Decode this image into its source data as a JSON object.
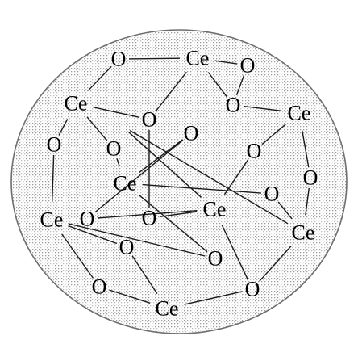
{
  "diagram": {
    "atoms": [
      {
        "id": "o1",
        "label": "O"
      },
      {
        "id": "ce1",
        "label": "Ce"
      },
      {
        "id": "o2",
        "label": "O"
      },
      {
        "id": "ce2",
        "label": "Ce"
      },
      {
        "id": "o3",
        "label": "O"
      },
      {
        "id": "o4",
        "label": "O"
      },
      {
        "id": "ce3",
        "label": "Ce"
      },
      {
        "id": "o5",
        "label": "O"
      },
      {
        "id": "o6",
        "label": "O"
      },
      {
        "id": "o7",
        "label": "O"
      },
      {
        "id": "o8",
        "label": "O"
      },
      {
        "id": "ce4",
        "label": "Ce"
      },
      {
        "id": "o9",
        "label": "O"
      },
      {
        "id": "o10",
        "label": "O"
      },
      {
        "id": "ce5",
        "label": "Ce"
      },
      {
        "id": "o11",
        "label": "O"
      },
      {
        "id": "o12",
        "label": "O"
      },
      {
        "id": "ce6",
        "label": "Ce"
      },
      {
        "id": "o13",
        "label": "O"
      },
      {
        "id": "ce7",
        "label": "Ce"
      },
      {
        "id": "o14",
        "label": "O"
      },
      {
        "id": "o15",
        "label": "O"
      },
      {
        "id": "o16",
        "label": "O"
      },
      {
        "id": "o17",
        "label": "O"
      },
      {
        "id": "ce8",
        "label": "Ce"
      }
    ],
    "bonds": [
      [
        "o1",
        "ce1"
      ],
      [
        "ce1",
        "o2"
      ],
      [
        "o1",
        "ce2"
      ],
      [
        "ce2",
        "o4"
      ],
      [
        "o4",
        "ce1"
      ],
      [
        "ce2",
        "o3"
      ],
      [
        "ce2",
        "o5"
      ],
      [
        "o2",
        "o6"
      ],
      [
        "o6",
        "ce3"
      ],
      [
        "o3",
        "ce4"
      ],
      [
        "o5",
        "ce5"
      ],
      [
        "o4",
        "o10"
      ],
      [
        "ce1",
        "o6"
      ],
      [
        "o7",
        "ce5"
      ],
      [
        "o7",
        "o11"
      ],
      [
        "ce3",
        "o8"
      ],
      [
        "ce3",
        "o9"
      ],
      [
        "o8",
        "ce6"
      ],
      [
        "o9",
        "ce7"
      ],
      [
        "o10",
        "ce6"
      ],
      [
        "ce6",
        "o11"
      ],
      [
        "ce5",
        "o12"
      ],
      [
        "o12",
        "ce7"
      ],
      [
        "ce4",
        "o13"
      ],
      [
        "ce4",
        "o15"
      ],
      [
        "o14",
        "ce4"
      ],
      [
        "o14",
        "ce5"
      ],
      [
        "o13",
        "ce8"
      ],
      [
        "o15",
        "ce8"
      ],
      [
        "ce8",
        "o16"
      ],
      [
        "o16",
        "ce6"
      ],
      [
        "ce6",
        "o17"
      ],
      [
        "o17",
        "ce7"
      ],
      [
        "o16",
        "ce7"
      ]
    ]
  }
}
